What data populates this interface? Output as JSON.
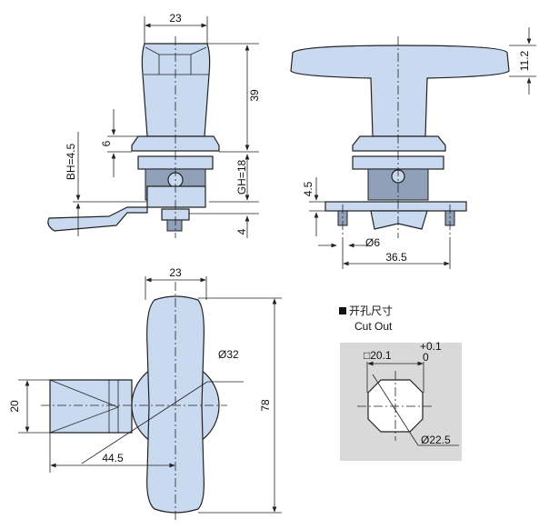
{
  "side_view": {
    "width": "23",
    "height": "39",
    "flange": "6",
    "bh": "BH=4.5",
    "gh": "GH=18",
    "bottom": "4"
  },
  "front_view": {
    "handle_thickness": "11.2",
    "plate": "4.5",
    "hole": "Ø6",
    "hole_spacing": "36.5"
  },
  "top_view": {
    "width": "23",
    "diameter": "Ø32",
    "cam_width": "20",
    "length": "78",
    "cam_length": "44.5"
  },
  "cutout": {
    "title_cn": "开孔尺寸",
    "title_en": "Cut Out",
    "square": "□20.1",
    "tol_upper": "+0.1",
    "tol_lower": "0",
    "diameter": "Ø22.5",
    "bg_color": "#d9d9d9"
  },
  "colors": {
    "part_fill": "#c9d9f0"
  }
}
